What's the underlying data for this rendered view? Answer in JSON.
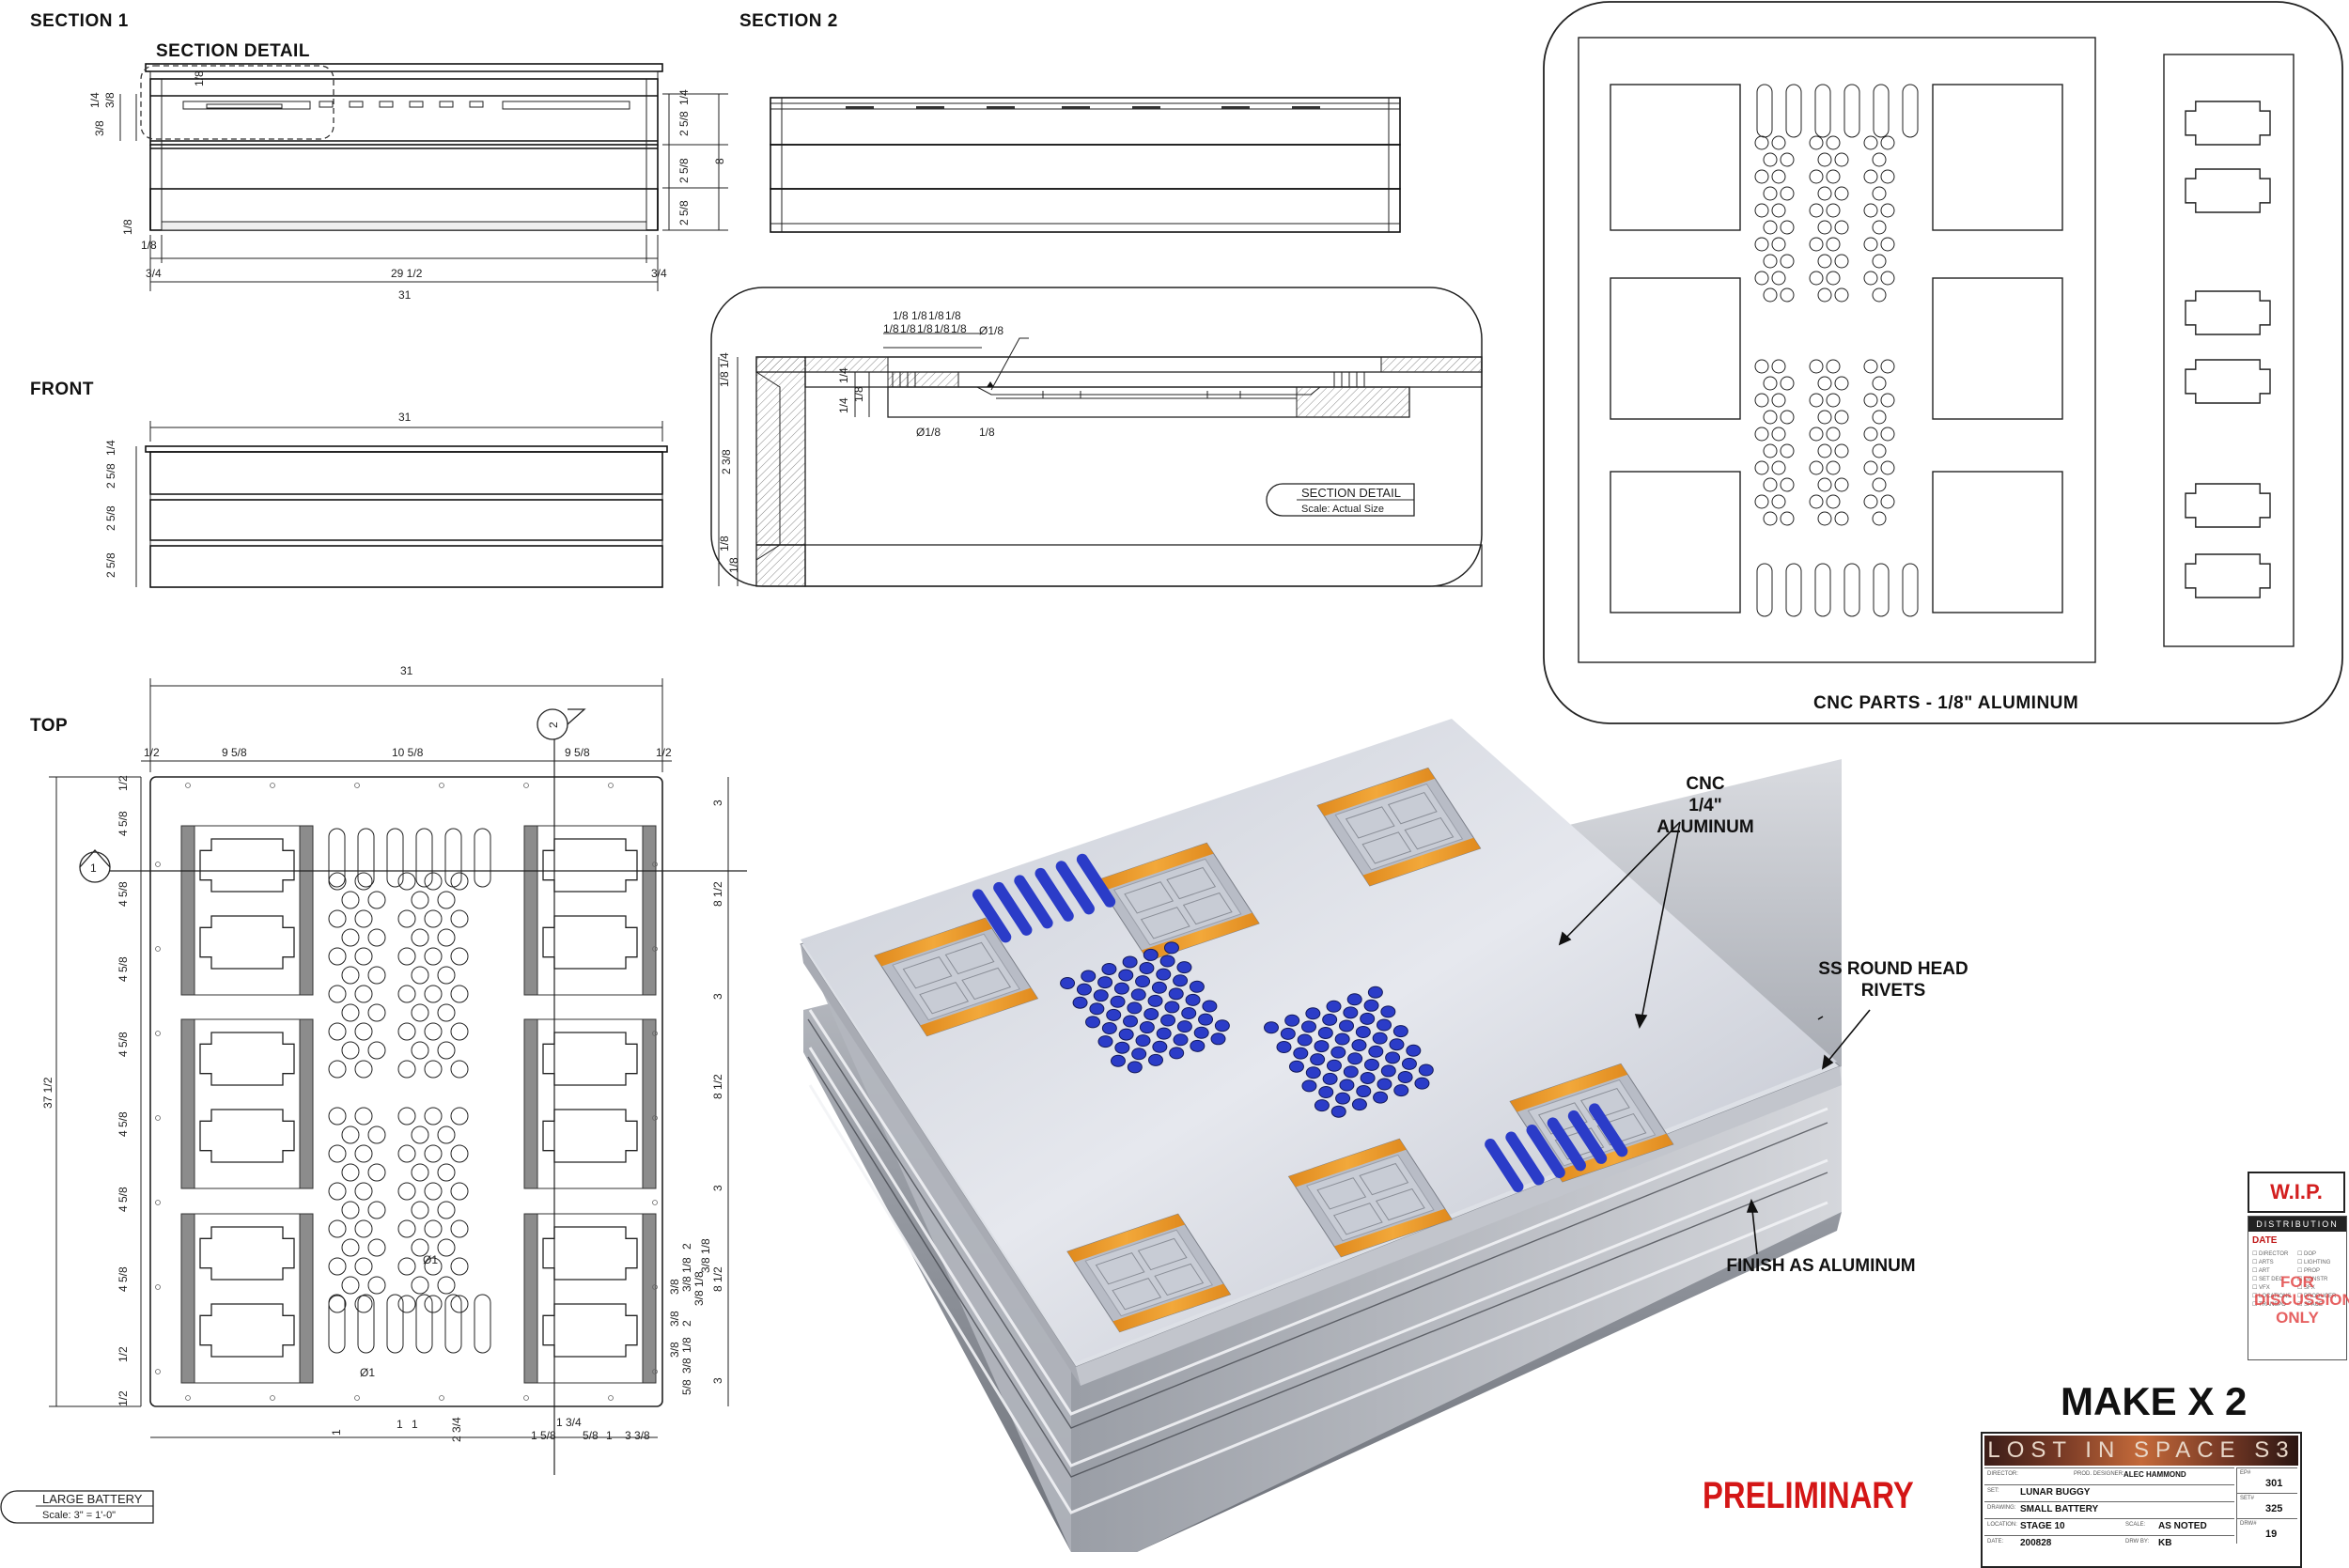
{
  "views": {
    "section1": "SECTION 1",
    "section_detail": "SECTION DETAIL",
    "section2": "SECTION 2",
    "front": "FRONT",
    "top": "TOP",
    "cnc_parts": "CNC PARTS - 1/8\" ALUMINUM"
  },
  "detail_tag": {
    "title": "SECTION DETAIL",
    "scale": "Scale: Actual Size"
  },
  "large_battery_tag": {
    "title": "LARGE BATTERY",
    "scale": "Scale: 3\" = 1'-0\""
  },
  "callouts": {
    "cnc": [
      "CNC",
      "1/4\" ALUMINUM"
    ],
    "rivets": [
      "SS ROUND HEAD",
      "RIVETS"
    ],
    "finish": "FINISH AS ALUMINUM"
  },
  "dimensions": {
    "s1_left_a": "1/4",
    "s1_left_b": "3/8",
    "s1_detail": "1/8",
    "s1_right": [
      "1/4",
      "2 5/8",
      "2 5/8",
      "2 5/8"
    ],
    "s1_total_height": "8",
    "s1_bottom_a": "1/8",
    "s1_bottom_b": "1/8",
    "s1_w_left": "3/4",
    "s1_w_mid": "29 1/2",
    "s1_w_right": "3/4",
    "s1_width": "31",
    "front_width": "31",
    "front_left": [
      "1/4",
      "2 5/8",
      "2 5/8",
      "2 5/8"
    ],
    "detail_top": [
      "1/8",
      "1/8",
      "1/8",
      "1/8"
    ],
    "detail_top2": [
      "1/8",
      "1/8",
      "1/8",
      "1/8",
      "1/8"
    ],
    "detail_dia1": "Ø1/8",
    "detail_dia2": "Ø1/8",
    "detail_b": "1/8",
    "detail_left": [
      "1/4",
      "1/8",
      "2 3/8",
      "1/8",
      "1/8"
    ],
    "detail_inner": [
      "1/4",
      "1/4",
      "1/8"
    ],
    "top_width": "31",
    "top_w": [
      "1/2",
      "9 5/8",
      "10 5/8",
      "9 5/8",
      "1/2"
    ],
    "top_height": "37 1/2",
    "top_left": [
      "1/2",
      "4 5/8",
      "4 5/8",
      "4 5/8",
      "4 5/8",
      "4 5/8",
      "4 5/8",
      "4 5/8",
      "1/2"
    ],
    "top_right": [
      "3",
      "8 1/2",
      "3",
      "8 1/2",
      "3",
      "8 1/2",
      "3"
    ],
    "top_bottom": [
      "1",
      "1",
      "1",
      "2 3/4",
      "1 3/4",
      "1 5/8",
      "5/8",
      "1",
      "3 3/8"
    ],
    "top_dia_a": "Ø1",
    "top_dia_b": "Ø1",
    "top_small": [
      "3/8",
      "2",
      "1/8",
      "3/8",
      "3/8",
      "2",
      "1/8",
      "3/8",
      "3/8",
      "5/8"
    ],
    "top_small2": [
      "1/8",
      "3/8",
      "1/8",
      "3/8"
    ],
    "section_marks": [
      "1",
      "2"
    ]
  },
  "wip": "W.I.P.",
  "distribution": {
    "header": "DISTRIBUTION",
    "date_label": "DATE",
    "stamp": [
      "FOR",
      "DISCUSSION",
      "ONLY"
    ],
    "items": [
      "DIRECTOR",
      "DOP",
      "ARTS",
      "LIGHTING",
      "ART",
      "PROP",
      "SET DEC",
      "CONSTR",
      "VFX",
      "SFX",
      "LOCATIONS",
      "PRODUCER",
      "TRANSPO",
      "SPACE"
    ]
  },
  "make": "MAKE X 2",
  "preliminary": "PRELIMINARY",
  "title_block": {
    "logo": "LOST IN SPACE S3",
    "director_label": "DIRECTOR:",
    "designer_label": "PROD. DESIGNER:",
    "designer": "ALEC HAMMOND",
    "ep_label": "EP#",
    "ep": "301",
    "set_label": "SET:",
    "set": "LUNAR BUGGY",
    "drawing_label": "DRAWING:",
    "drawing": "SMALL BATTERY",
    "set_no_label": "SET#",
    "set_no": "325",
    "location_label": "LOCATION:",
    "location": "STAGE 10",
    "scale_label": "SCALE:",
    "scale": "AS NOTED",
    "date_label": "DATE:",
    "date": "200828",
    "drawn_label": "DRW BY:",
    "drawn": "KB",
    "draw_no_label": "DRW#",
    "draw_no": "19"
  }
}
